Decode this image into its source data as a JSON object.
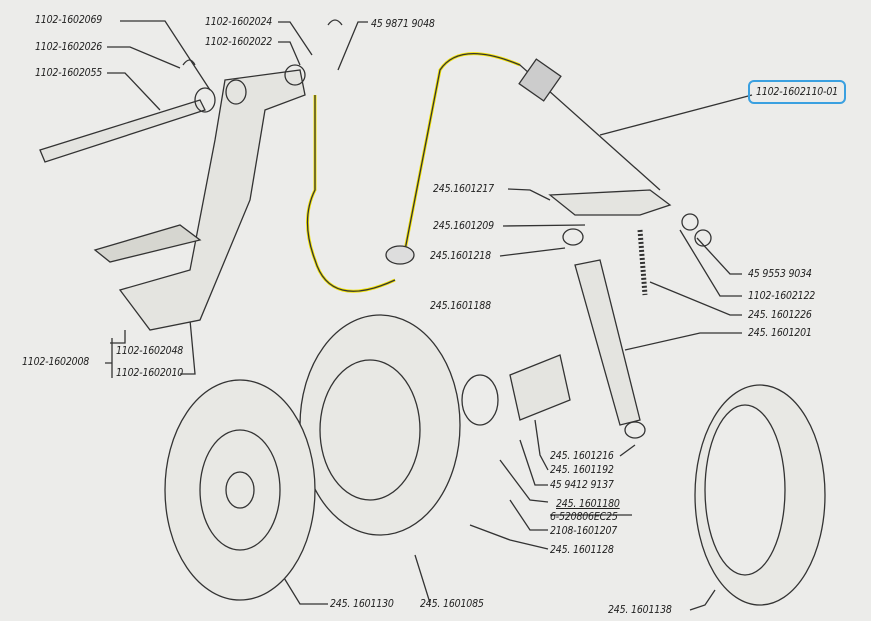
{
  "diagram": {
    "highlight_color": "#3aa0e0",
    "cable_highlight_color": "#f2e200",
    "highlighted_part": "1102-1602110-01",
    "labels": {
      "p069": "1102-1602069",
      "p026": "1102-1602026",
      "p055": "1102-1602055",
      "p024": "1102-1602024",
      "p022": "1102-1602022",
      "p9048": "45 9871 9048",
      "p110": "1102-1602110-01",
      "p217": "245.1601217",
      "p209": "245.1601209",
      "p218": "245.1601218",
      "p9034": "45 9553 9034",
      "p122": "1102-1602122",
      "p226": "245. 1601226",
      "p201": "245. 1601201",
      "p188": "245.1601188",
      "p048": "1102-1602048",
      "p008": "1102-1602008",
      "p010": "1102-1602010",
      "p216": "245. 1601216",
      "p192": "245. 1601192",
      "p9137": "45  9412 9137",
      "p180": "245. 1601180",
      "p520": "6-520806EC25",
      "p207": "2108-1601207",
      "p128": "245. 1601128",
      "p130": "245. 1601130",
      "p085": "245. 1601085",
      "p138": "245. 1601138"
    }
  }
}
